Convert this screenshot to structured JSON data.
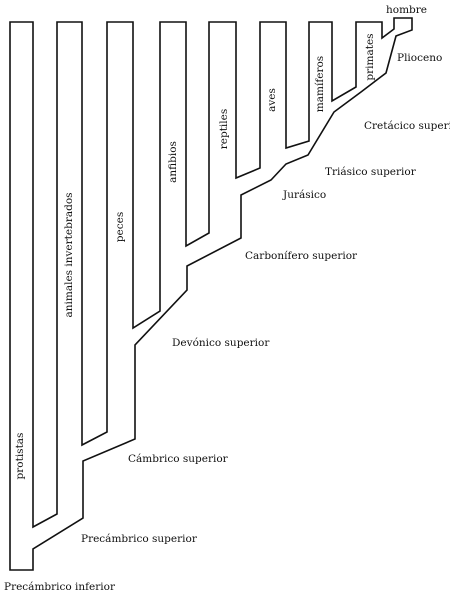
{
  "diagram": {
    "title": "",
    "groups": {
      "protistas": "protistas",
      "invertebrados": "animales invertebrados",
      "peces": "peces",
      "anfibios": "anfibios",
      "reptiles": "reptiles",
      "aves": "aves",
      "mamiferos": "mamíferos",
      "primates": "primates",
      "hombre": "hombre"
    },
    "periods": {
      "precambrico_inferior": "Precámbrico inferior",
      "precambrico_superior": "Precámbrico superior",
      "cambrico_superior": "Cámbrico superior",
      "devonico_superior": "Devónico superior",
      "carbonifero_superior": "Carbonífero superior",
      "jurasico": "Jurásico",
      "triasico_superior": "Triásico superior",
      "cretacico_superior": "Cretácico superior",
      "plioceno": "Plioceno"
    },
    "colors": {
      "line": "#111111",
      "background": "#ffffff"
    }
  }
}
